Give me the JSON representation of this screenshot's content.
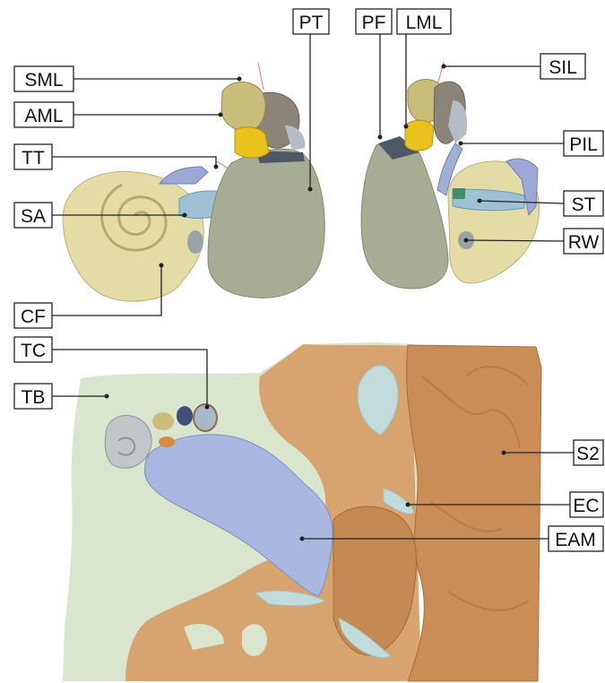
{
  "labels": {
    "SML": "SML",
    "AML": "AML",
    "TT": "TT",
    "SA": "SA",
    "CF": "CF",
    "PT": "PT",
    "PF": "PF",
    "LML": "LML",
    "SIL": "SIL",
    "PIL": "PIL",
    "ST": "ST",
    "RW": "RW",
    "TC": "TC",
    "TB": "TB",
    "S2": "S2",
    "EC": "EC",
    "EAM": "EAM"
  },
  "colors": {
    "cochlea": "#e4dca6",
    "tympanic_membrane": "#a7ad93",
    "malleus": "#c9be79",
    "incus": "#8a8578",
    "stapes": "#9fc1d6",
    "ligament_yellow": "#e9c21d",
    "temporal_bone": "#d9e5cc",
    "skin": "#d7a46f",
    "ear_canal": "#a9b8e0",
    "air_cells": "#c2dcdc"
  }
}
